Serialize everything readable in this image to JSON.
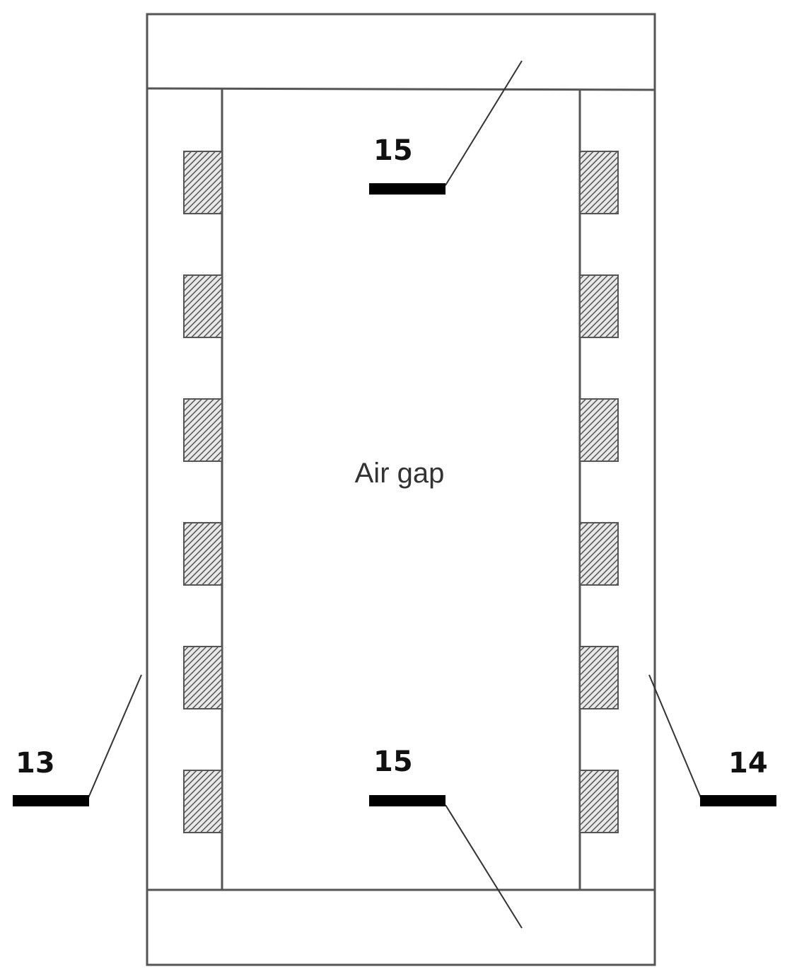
{
  "labels": {
    "top_center": "15",
    "bottom_center": "15",
    "left": "13",
    "right": "14"
  },
  "center_text": "Air gap",
  "coils": {
    "left_count": 6,
    "right_count": 6
  },
  "colors": {
    "line": "#555555",
    "bar": "#000000",
    "hatch": "#555555"
  }
}
